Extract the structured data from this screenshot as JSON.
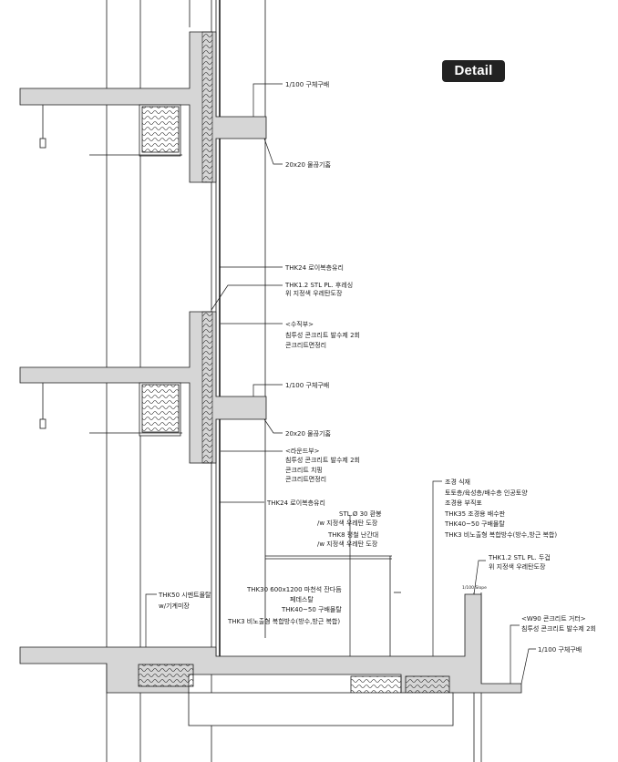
{
  "badge": "Detail",
  "labels": {
    "slope_top": "1/100 구체구배",
    "drip_top": "20x20 물끊기홈",
    "glass_top": "THK24 로이복층유리",
    "stl_pl_1": "THK1.2 STL PL. 후레싱",
    "stl_pl_2": "위 지정색 우레탄도장",
    "vertical_title": "<수직부>",
    "vertical_1": "침투성 콘크리트 발수제 2회",
    "vertical_2": "콘크리트면정리",
    "slope_mid": "1/100 구체구배",
    "drip_mid": "20x20 물끊기홈",
    "round_title": "<라운드부>",
    "round_1": "침투성 콘크리트 발수제 2회",
    "round_2": "콘크리트 치핑",
    "round_3": "콘크리트면정리",
    "glass_mid": "THK24 로이복층유리",
    "landscape_1": "조경 식재",
    "landscape_2": "토토층/육성층/배수층 인공토양",
    "landscape_3": "조경용 부직포",
    "landscape_4": "THK35 조경용 배수판",
    "landscape_5": "THK40~50 구배몰탈",
    "landscape_6": "THK3 비노출형 복합방수(방수,방근 복합)",
    "rail_1": "STL.Ø 30 환봉",
    "rail_2": "/w 지정색 우레탄 도장",
    "rail_3": "THK8 평철 난간대",
    "rail_4": "/w 지정색 우레탄 도장",
    "cap_1": "THK1.2 STL PL. 두겁",
    "cap_2": "위 지정색 우레탄도장",
    "slope_small": "1/100 Slope",
    "floor_1": "THK30 600x1200 마천석 잔다듬",
    "floor_2": "페데스탈",
    "floor_3": "THK40~50 구배몰탈",
    "floor_4": "THK3 비노출형 복합방수(방수,방근 복합)",
    "cement_1": "THK50 시멘트몰탈",
    "cement_2": "w/기계미장",
    "parapet_title": "<W90 콘크리트 거터>",
    "parapet_1": "침투성 콘크리트 발수제 2회",
    "slope_bottom": "1/100 구체구배"
  },
  "colors": {
    "line": "#1a1a1a",
    "concrete": "#d6d6d6",
    "badge_bg": "#222222",
    "badge_text": "#ffffff"
  }
}
